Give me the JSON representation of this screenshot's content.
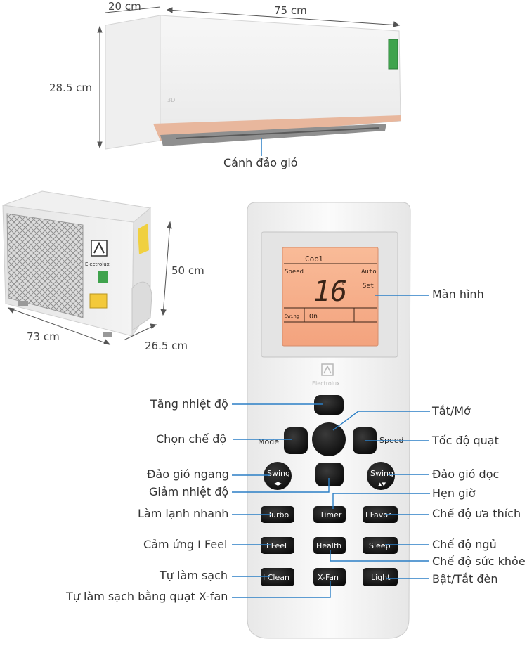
{
  "dimensions": {
    "indoor_depth": "20 cm",
    "indoor_width": "75 cm",
    "indoor_height": "28.5 cm",
    "outdoor_height": "50 cm",
    "outdoor_width": "73 cm",
    "outdoor_depth": "26.5 cm"
  },
  "indoor_callout": "Cánh đảo gió",
  "outdoor_brand": "Electrolux",
  "remote": {
    "brand": "Electrolux",
    "lcd": {
      "mode": "Cool",
      "speed_label": "Speed",
      "speed_value": "Auto",
      "temperature": "16",
      "unit": "°C",
      "set_label": "Set",
      "swing_label": "Swing",
      "swing_value": "On"
    },
    "buttons": {
      "mode": "Mode",
      "speed": "Speed",
      "swing_left": "Swing",
      "swing_right": "Swing",
      "turbo": "Turbo",
      "timer": "Timer",
      "ifavor": "I Favor",
      "ifeel": "I Feel",
      "health": "Health",
      "sleep": "Sleep",
      "iclean": "I Clean",
      "xfan": "X-Fan",
      "light": "Light"
    }
  },
  "labels": {
    "screen": "Màn hình",
    "temp_up": "Tăng nhiệt độ",
    "power": "Tắt/Mở",
    "mode": "Chọn chế độ",
    "fan_speed": "Tốc độ quạt",
    "swing_horizontal": "Đảo gió ngang",
    "swing_vertical": "Đảo gió dọc",
    "temp_down": "Giảm nhiệt độ",
    "timer": "Hẹn giờ",
    "turbo": "Làm lạnh nhanh",
    "favorite": "Chế độ ưa thích",
    "ifeel": "Cảm ứng I Feel",
    "sleep": "Chế độ ngủ",
    "health": "Chế độ sức khỏe",
    "iclean": "Tự làm sạch",
    "light": "Bật/Tắt đèn",
    "xfan": "Tự làm sạch bằng quạt X-fan"
  },
  "colors": {
    "accent_blue": "#2b7fc6",
    "lcd_background": "#f7b08c",
    "button_dark": "#1a1a1a",
    "copper_trim": "#e8b79d"
  }
}
